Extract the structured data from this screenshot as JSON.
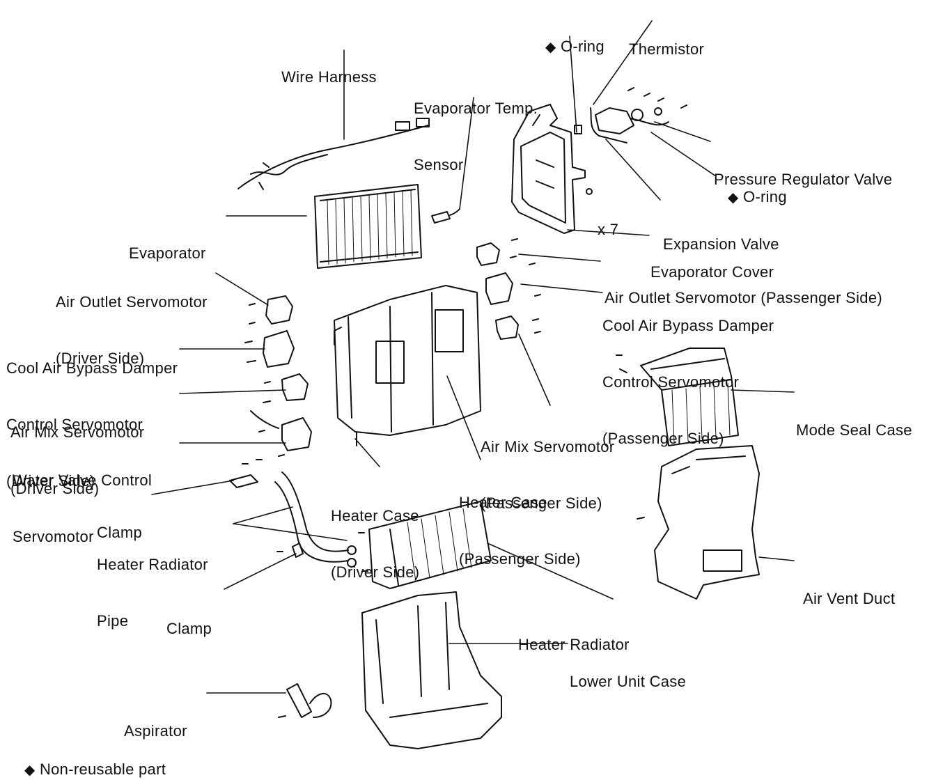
{
  "diamond": "◆",
  "labels": {
    "thermistor": [
      "Thermistor"
    ],
    "oring_top": [
      "O-ring"
    ],
    "wire_harness": [
      "Wire Harness"
    ],
    "evap_temp_sensor": [
      "Evaporator Temp.",
      "Sensor"
    ],
    "pressure_regulator_valve": [
      "Pressure Regulator Valve"
    ],
    "oring_right": [
      "O-ring"
    ],
    "x7": [
      "x 7"
    ],
    "expansion_valve": [
      "Expansion Valve"
    ],
    "evaporator": [
      "Evaporator"
    ],
    "evaporator_cover": [
      "Evaporator Cover"
    ],
    "air_outlet_servo_driver": [
      "Air Outlet Servomotor",
      "(Driver Side)"
    ],
    "air_outlet_servo_passenger": [
      "Air Outlet Servomotor (Passenger Side)"
    ],
    "cool_air_bypass_passenger": [
      "Cool Air Bypass Damper",
      "Control Servomotor",
      "(Passenger Side)"
    ],
    "cool_air_bypass_driver": [
      "Cool Air Bypass Damper",
      "Control Servomotor",
      "(Driver Side)"
    ],
    "mode_seal_case": [
      "Mode Seal Case"
    ],
    "air_mix_servo_driver": [
      "Air Mix Servomotor",
      "(Driver Side)"
    ],
    "air_mix_servo_passenger": [
      "Air Mix Servomotor",
      "(Passenger Side)"
    ],
    "water_valve_servo": [
      "Water Valve Control",
      "Servomotor"
    ],
    "heater_case_passenger": [
      "Heater Case",
      "(Passenger Side)"
    ],
    "clamp_upper": [
      "Clamp"
    ],
    "heater_case_driver": [
      "Heater Case",
      "(Driver Side)"
    ],
    "heater_radiator_pipe": [
      "Heater Radiator",
      "Pipe"
    ],
    "air_vent_duct": [
      "Air Vent Duct"
    ],
    "clamp_lower": [
      "Clamp"
    ],
    "heater_radiator": [
      "Heater Radiator"
    ],
    "lower_unit_case": [
      "Lower Unit Case"
    ],
    "aspirator": [
      "Aspirator"
    ],
    "legend": [
      "Non-reusable part"
    ]
  }
}
